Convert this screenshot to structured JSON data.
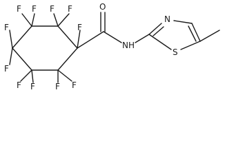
{
  "molecule": {
    "atoms": [
      {
        "id": "F_c1a",
        "label": "F"
      },
      {
        "id": "F_c1b",
        "label": "F"
      },
      {
        "id": "F_qa",
        "label": "F"
      },
      {
        "id": "F_c5a",
        "label": "F"
      },
      {
        "id": "F_c5b",
        "label": "F"
      },
      {
        "id": "F_c4a",
        "label": "F"
      },
      {
        "id": "F_c4b",
        "label": "F"
      },
      {
        "id": "F_c3a",
        "label": "F"
      },
      {
        "id": "F_c3b",
        "label": "F"
      },
      {
        "id": "F_c2a",
        "label": "F"
      },
      {
        "id": "F_c2b",
        "label": "F"
      },
      {
        "id": "O",
        "label": "O"
      },
      {
        "id": "N_amide",
        "label": "N"
      },
      {
        "id": "H_amide",
        "label": "H"
      },
      {
        "id": "N_ring",
        "label": "N"
      },
      {
        "id": "S_ring",
        "label": "S"
      }
    ]
  }
}
